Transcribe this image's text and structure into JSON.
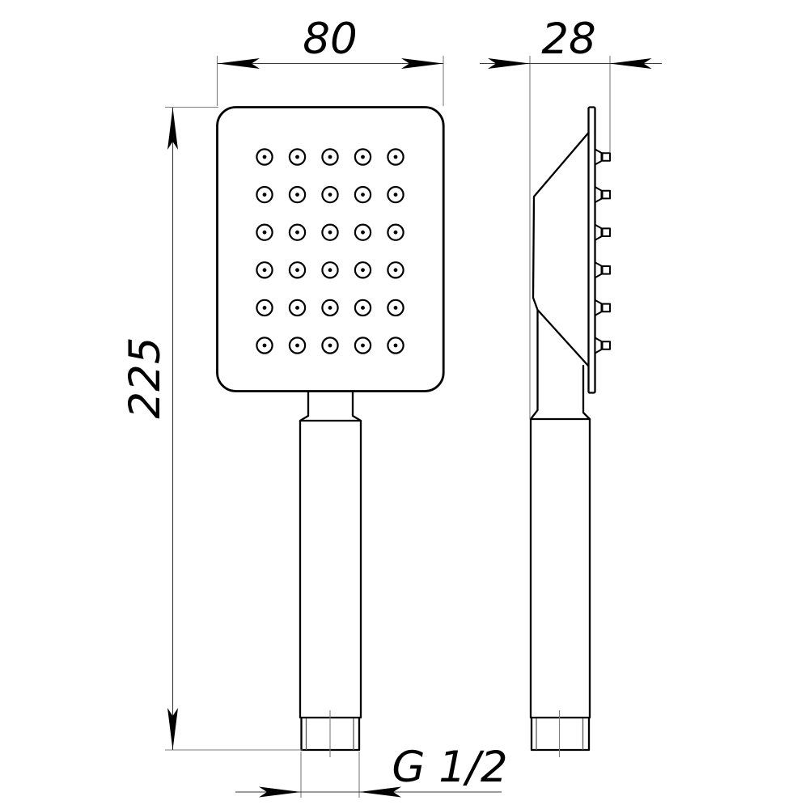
{
  "drawing": {
    "kind": "technical drawing",
    "subject": "hand shower",
    "background_color": "#ffffff",
    "outline_color": "#000000",
    "thin_line_color": "#7e7e7e",
    "views": {
      "front_view": {
        "name": "front-view",
        "nozzle_grid": {
          "columns": 5,
          "rows": 6,
          "total_nozzles": 30
        }
      },
      "side_view": {
        "name": "side-view",
        "nozzle_count": 6
      }
    },
    "dimensions": {
      "width": {
        "label": "80"
      },
      "depth": {
        "label": "28"
      },
      "height": {
        "label": "225"
      },
      "thread": {
        "label": "G 1/2"
      }
    }
  }
}
